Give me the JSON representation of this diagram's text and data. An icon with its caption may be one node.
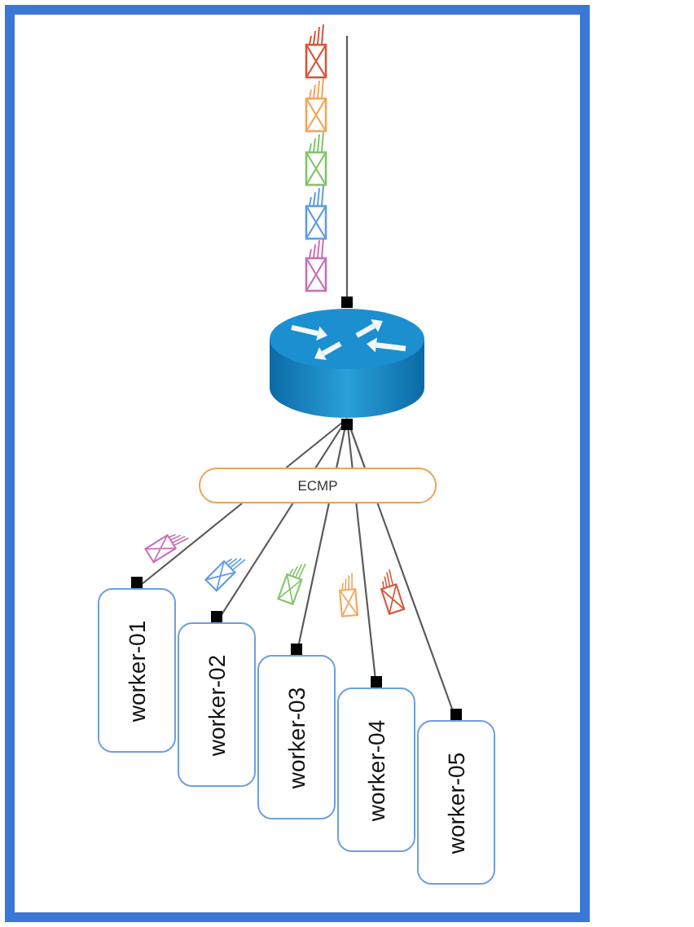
{
  "diagram": {
    "nodes": [
      {
        "text": [],
        "shape": "picture"
      },
      {
        "text": [
          "ECMP"
        ]
      },
      {
        "text": [
          "worker-01"
        ]
      },
      {
        "text": [
          "worker-02"
        ]
      },
      {
        "text": [
          "worker-03"
        ]
      },
      {
        "text": [
          "worker-04"
        ]
      },
      {
        "text": [
          "worker-05"
        ]
      }
    ],
    "edges": [
      {
        "from": null,
        "to": 0,
        "arrow": "other"
      },
      {
        "from": 0,
        "to": 1,
        "arrow": "other"
      },
      {
        "from": 0,
        "to": 1,
        "arrow": "other"
      },
      {
        "from": 0,
        "to": 1,
        "arrow": "other"
      },
      {
        "from": 0,
        "to": 1,
        "arrow": "other"
      },
      {
        "from": 0,
        "to": 1,
        "arrow": "other"
      },
      {
        "from": 1,
        "to": 2,
        "arrow": "other"
      },
      {
        "from": 1,
        "to": 3,
        "arrow": "other"
      },
      {
        "from": 1,
        "to": 4,
        "arrow": "other"
      },
      {
        "from": 1,
        "to": 5,
        "arrow": "other"
      },
      {
        "from": 1,
        "to": 6,
        "arrow": "other"
      }
    ]
  }
}
